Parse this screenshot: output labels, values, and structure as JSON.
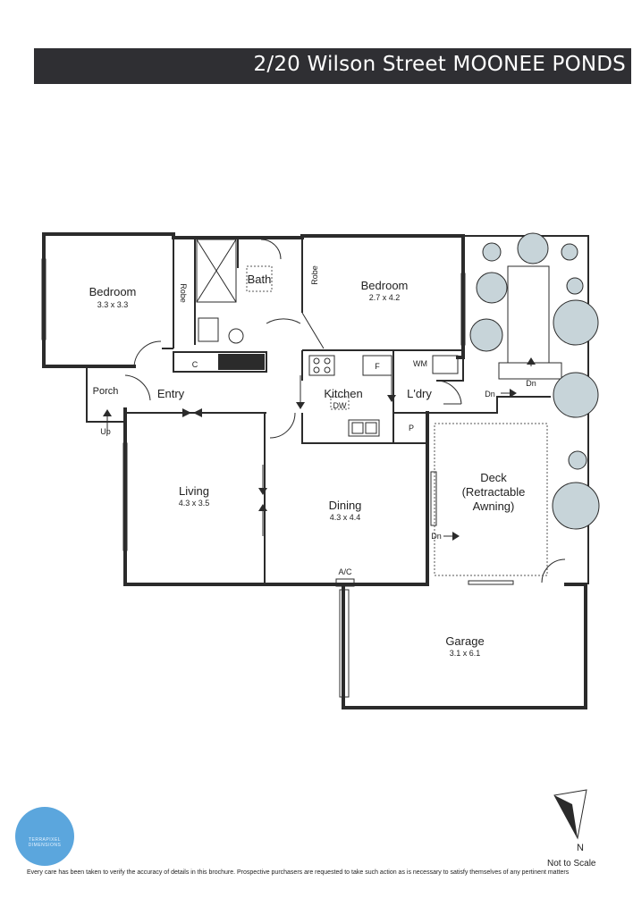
{
  "header": {
    "address": "2/20 Wilson Street MOONEE PONDS"
  },
  "rooms": [
    {
      "id": "bedroom1",
      "name": "Bedroom",
      "dim": "3.3 x 3.3"
    },
    {
      "id": "bedroom2",
      "name": "Bedroom",
      "dim": "2.7 x 4.2"
    },
    {
      "id": "living",
      "name": "Living",
      "dim": "4.3 x 3.5"
    },
    {
      "id": "dining",
      "name": "Dining",
      "dim": "4.3 x 4.4"
    },
    {
      "id": "garage",
      "name": "Garage",
      "dim": "3.1 x 6.1"
    },
    {
      "id": "deck",
      "name_lines": [
        "Deck",
        "(Retractable",
        "Awning)"
      ]
    }
  ],
  "labels": {
    "bath": "Bath",
    "robe_left": "Robe",
    "robe_right": "Robe",
    "kitchen": "Kitchen",
    "laundry": "L'dry",
    "porch": "Porch",
    "entry": "Entry",
    "up": "Up",
    "dn_laundry": "Dn",
    "dn_deck_top": "Dn",
    "dn_dining": "Dn",
    "cupboard": "C",
    "fridge": "F",
    "washing_machine": "WM",
    "dishwasher": "DW",
    "pantry": "P",
    "ac": "A/C"
  },
  "compass": {
    "north": "N"
  },
  "footer": {
    "not_to_scale": "Not to Scale",
    "disclaimer": "Every care has been taken to verify the accuracy of details in this brochure. Prospective purchasers are requested to take such action as is necessary to satisfy themselves of any pertinent matters",
    "logo_text": "TERRAPIXEL DIMENSIONS"
  },
  "colors": {
    "banner": "#2f2f33",
    "logo": "#5ba6dd",
    "tree": "#c7d4d9"
  }
}
